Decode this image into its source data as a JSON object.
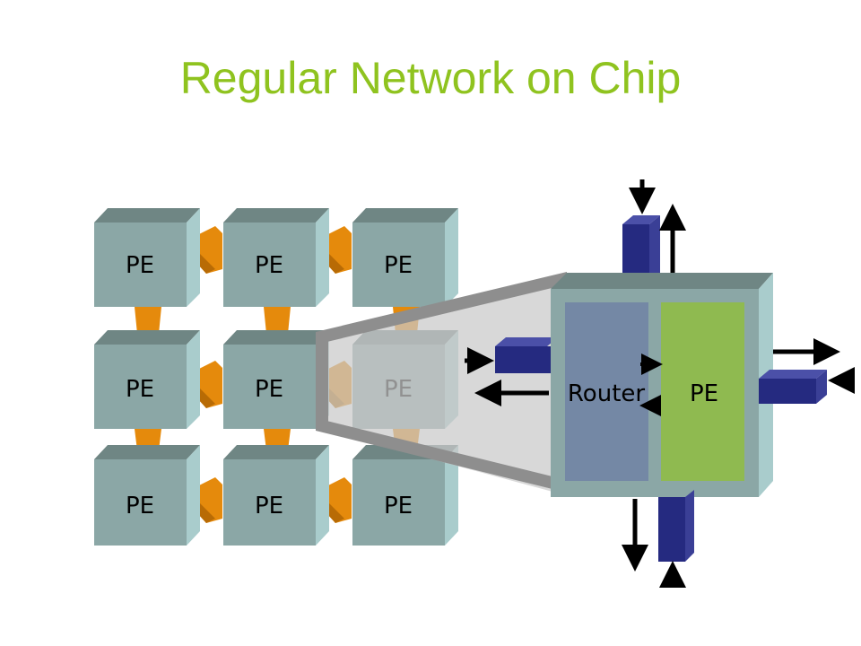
{
  "title": "Regular Network on Chip",
  "grid": {
    "tiles": [
      {
        "label": "PE"
      },
      {
        "label": "PE"
      },
      {
        "label": "PE"
      },
      {
        "label": "PE"
      },
      {
        "label": "PE"
      },
      {
        "label": "PE"
      },
      {
        "label": "PE"
      },
      {
        "label": "PE"
      },
      {
        "label": "PE"
      }
    ]
  },
  "zoom": {
    "router_label": "Router",
    "pe_label": "PE"
  },
  "colors": {
    "title": "#8fc31f",
    "tile_front": "#8ba7a6",
    "tile_top": "#6f8684",
    "tile_side": "#a9cccc",
    "link_orange": "#e58a0c",
    "router_block": "#7488a5",
    "pe_block": "#8fba50",
    "port_navy": "#252a80"
  }
}
